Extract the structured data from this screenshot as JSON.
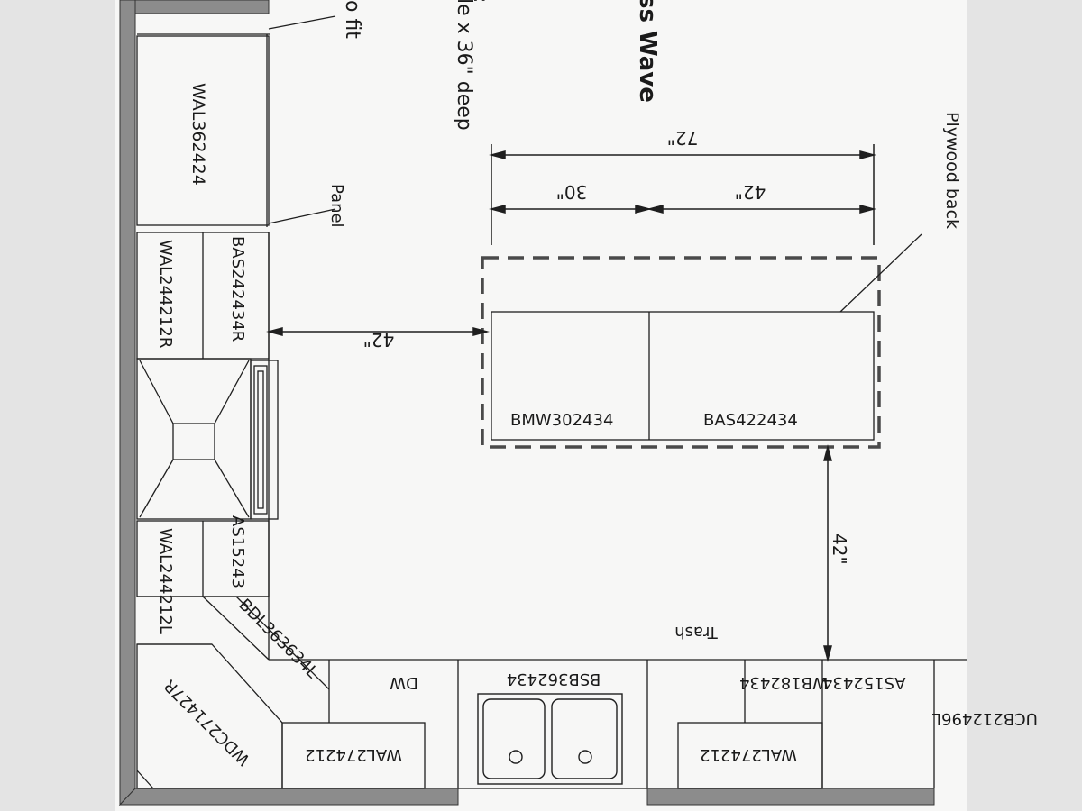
{
  "header_fragments": {
    "to_fit": "o fit",
    "depth_note": "le x 36\" deep",
    "colon": ":",
    "wave": "ss Wave"
  },
  "wall_cabinets": {
    "top": "WAL362424",
    "upper_right": "WAL244212R",
    "lower_left": "WAL244212L",
    "corner": "WDC271427R",
    "bottom_left": "WAL27421​2",
    "bottom_right": "WAL274212"
  },
  "base_cabinets": {
    "upper_left_run": "BAS242434R",
    "mid_left_run": "AS15243",
    "corner_base": "BDL363634L",
    "dishwasher": "DW",
    "sink_base": "BSB362434",
    "base_a": "AS152434",
    "base_b": "WB182434",
    "corner_unit": "UCB212496L",
    "trash": "Trash"
  },
  "panel_label": "Panel",
  "island": {
    "left_cabinet": "BMW302434",
    "right_cabinet": "BAS422434",
    "plywood_label": "Plywood back"
  },
  "dimensions": {
    "island_total": "72\"",
    "left_segment": "30\"",
    "right_segment": "42\"",
    "aisle_left": "42\"",
    "aisle_bottom": "42\""
  },
  "colors": {
    "background": "#e4e4e4",
    "paper": "#f7f7f6",
    "wall": "#8c8c8c",
    "line": "#1f1f1f",
    "dashed": "#4a4a4a"
  }
}
